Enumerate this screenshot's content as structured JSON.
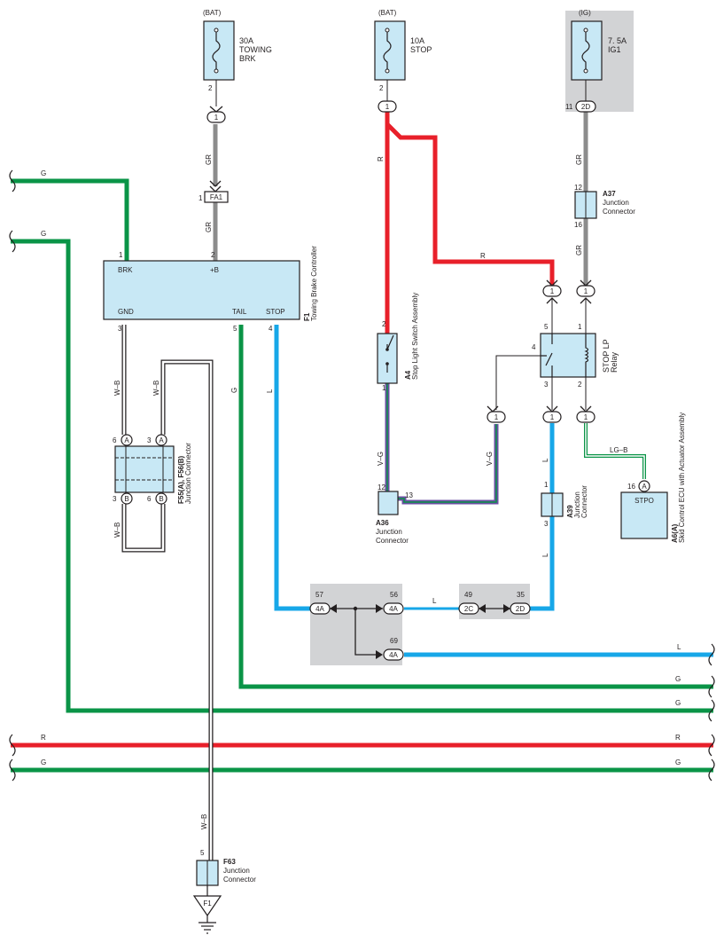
{
  "colors": {
    "red": "#e8202a",
    "green": "#0a9447",
    "blue": "#17a7e8",
    "gray": "#8c8c8c",
    "box": "#c8e8f5",
    "shade": "#d2d3d5",
    "purple": "#6b4fa3",
    "dark": "#231f20"
  },
  "fuses": [
    {
      "source": "(BAT)",
      "rating": "30A",
      "name": "TOWING\nBRK",
      "pin": "2"
    },
    {
      "source": "(BAT)",
      "rating": "10A",
      "name": "STOP",
      "pin": "2"
    },
    {
      "source": "(IG)",
      "rating": "7. 5A",
      "name": "IG1",
      "pin": "11"
    }
  ],
  "wire_colors": {
    "g": "G",
    "gr": "GR",
    "r": "R",
    "wb": "W–B",
    "l": "L",
    "vg": "V–G",
    "lgb": "LG–B"
  },
  "pins": {
    "p1": "1",
    "p2": "2",
    "p3": "3",
    "p4": "4",
    "p5": "5",
    "p6": "6",
    "p12": "12",
    "p13": "13",
    "p16": "16",
    "p35": "35",
    "p49": "49",
    "p56": "56",
    "p57": "57",
    "p69": "69"
  },
  "connector_codes": {
    "c1": "1",
    "c2d": "2D",
    "c2c": "2C",
    "c4a": "4A",
    "ca": "A",
    "cb": "B",
    "fa1": "FA1",
    "f1": "F1"
  },
  "controller": {
    "id": "F1",
    "name": "Towing Brake Controller",
    "terminals": {
      "brk": "BRK",
      "b": "+B",
      "gnd": "GND",
      "tail": "TAIL",
      "stop": "STOP"
    }
  },
  "stop_switch": {
    "id": "A4",
    "name": "Stop Light Switch Assembly"
  },
  "relay": {
    "name": "STOP LP",
    "sub": "Relay"
  },
  "a37": {
    "id": "A37",
    "name": "Junction\nConnector"
  },
  "a36": {
    "id": "A36",
    "name": "Junction\nConnector"
  },
  "a39": {
    "id": "A39",
    "name": "Junction\nConnector"
  },
  "f55": {
    "id": "F55(A), F56(B)",
    "name": "Junction Connector"
  },
  "f63": {
    "id": "F63",
    "name": "Junction\nConnector"
  },
  "ecu": {
    "id": "A6(A)",
    "name": "Skid Control ECU with Actuator Assembly",
    "terminal": "STPO"
  }
}
